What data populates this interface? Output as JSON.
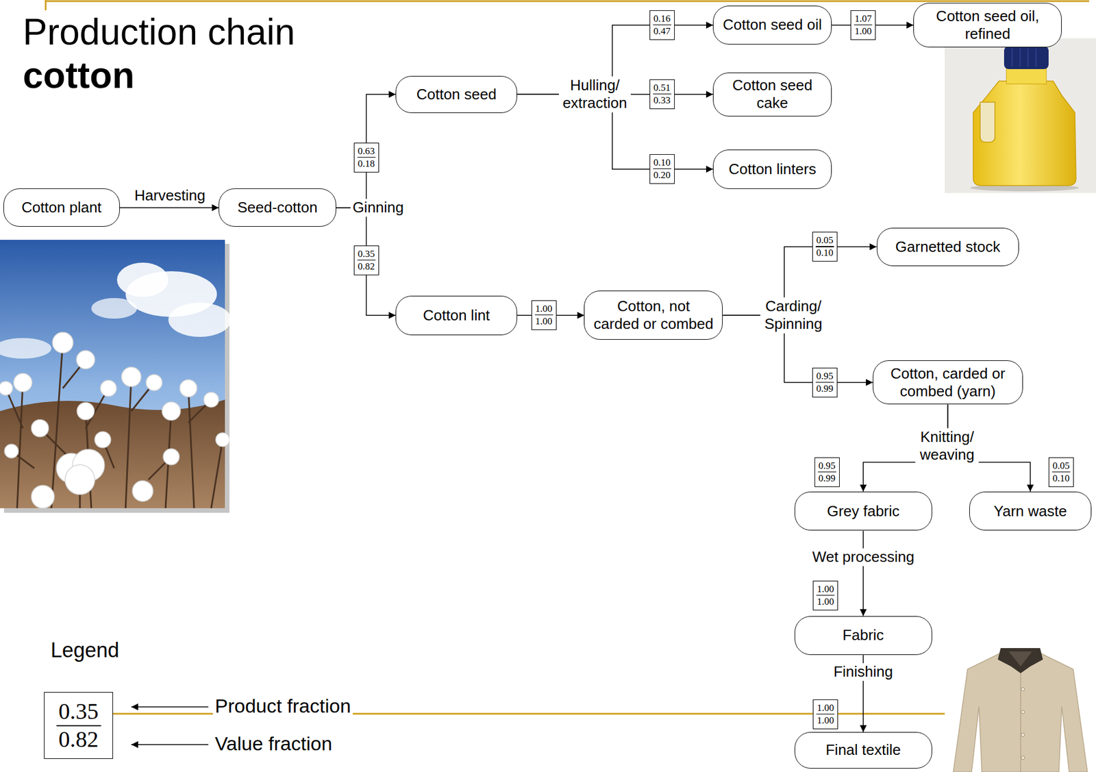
{
  "diagram": {
    "title": "Production chain cotton",
    "nodes": [
      {
        "text": [
          "Cotton plant"
        ]
      },
      {
        "text": [
          "Seed-cotton"
        ]
      },
      {
        "text": [
          "Cotton seed"
        ]
      },
      {
        "text": [
          "Cotton seed oil"
        ]
      },
      {
        "text": [
          "Cotton seed oil, refined"
        ]
      },
      {
        "text": [
          "Cotton seed cake"
        ]
      },
      {
        "text": [
          "Cotton linters"
        ]
      },
      {
        "text": [
          "Garnetted stock"
        ]
      },
      {
        "text": [
          "Cotton lint"
        ]
      },
      {
        "text": [
          "Cotton, not carded or combed"
        ]
      },
      {
        "text": [
          "Cotton, carded or combed (yarn)"
        ]
      },
      {
        "text": [
          "Grey fabric"
        ]
      },
      {
        "text": [
          "Yarn waste"
        ]
      },
      {
        "text": [
          "Fabric"
        ]
      },
      {
        "text": [
          "Final textile"
        ]
      }
    ],
    "edges": [
      {
        "from": 0,
        "to": 1,
        "arrow": "to",
        "label": "Harvesting"
      },
      {
        "from": 1,
        "to": 2,
        "arrow": "to",
        "label": "0.63 0.18"
      },
      {
        "from": 1,
        "to": 8,
        "arrow": "to",
        "label": "0.35 0.82"
      },
      {
        "from": 2,
        "to": 3,
        "arrow": "to",
        "label": "0.16 0.47"
      },
      {
        "from": 2,
        "to": 5,
        "arrow": "to",
        "label": "0.51 0.33"
      },
      {
        "from": 2,
        "to": 6,
        "arrow": "to",
        "label": "0.10 0.20"
      },
      {
        "from": 3,
        "to": 4,
        "arrow": "to",
        "label": "1.07 1.00"
      },
      {
        "from": 8,
        "to": 9,
        "arrow": "to",
        "label": "1.00 1.00"
      },
      {
        "from": 9,
        "to": 7,
        "arrow": "to",
        "label": "0.05 0.10"
      },
      {
        "from": 9,
        "to": 10,
        "arrow": "to",
        "label": "0.95 0.99"
      },
      {
        "from": 10,
        "to": 11,
        "arrow": "to",
        "label": "0.95 0.99"
      },
      {
        "from": 10,
        "to": 12,
        "arrow": "to",
        "label": "0.05 0.10"
      },
      {
        "from": 11,
        "to": 13,
        "arrow": "to",
        "label": "1.00 1.00"
      },
      {
        "from": 13,
        "to": 14,
        "arrow": "to",
        "label": "1.00 1.00"
      }
    ],
    "labels": [
      "Ginning",
      "Hulling/ extraction",
      "Carding/ Spinning",
      "Knitting/ weaving",
      "Wet processing",
      "Finishing",
      "Legend",
      "0.35",
      "0.82"
    ],
    "legend": [
      {
        "text": "Product fraction"
      },
      {
        "text": "Value fraction"
      }
    ]
  }
}
